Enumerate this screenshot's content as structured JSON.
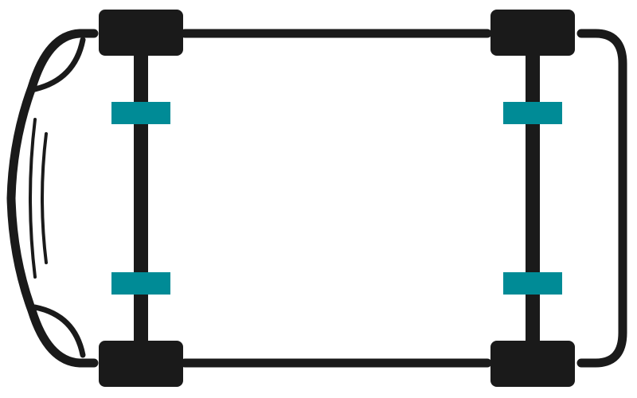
{
  "diagram": {
    "colors": {
      "background": "#ffffff",
      "body_outline": "#1a1a1a",
      "wheel": "#1a1a1a",
      "axle": "#1a1a1a",
      "mount": "#008b96"
    },
    "wheels": [
      "front-left",
      "front-right",
      "rear-left",
      "rear-right"
    ],
    "axles": [
      "front-axle",
      "rear-axle"
    ],
    "mounts": [
      "front-upper",
      "front-lower",
      "rear-upper",
      "rear-lower"
    ]
  }
}
